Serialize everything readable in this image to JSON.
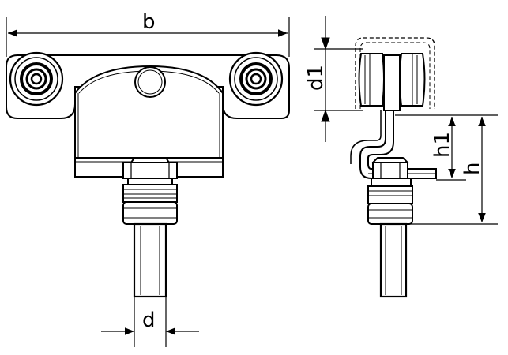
{
  "diagram": {
    "dimension_labels": {
      "width": "b",
      "rod_diameter": "d",
      "wheel_diameter": "d1",
      "height_to_plate": "h1",
      "height_total": "h"
    }
  }
}
